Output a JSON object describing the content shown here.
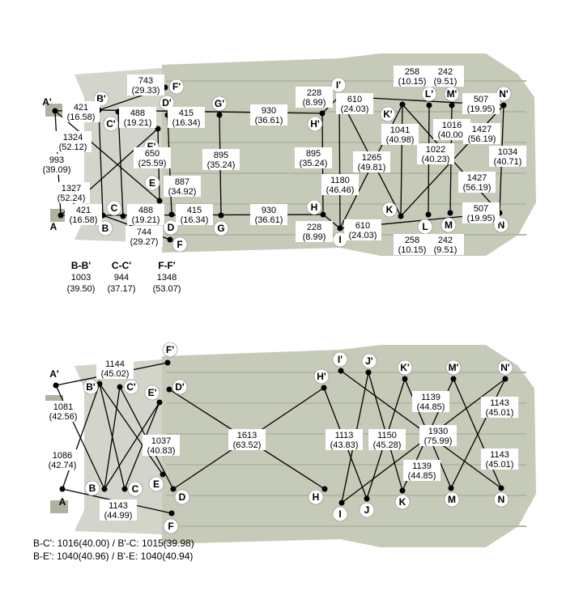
{
  "top_diagram": {
    "points": [
      "A'",
      "A",
      "B'",
      "B",
      "C'",
      "C",
      "D'",
      "D",
      "E'",
      "E",
      "F'",
      "F",
      "G'",
      "G",
      "H'",
      "H",
      "I'",
      "I",
      "K'",
      "K",
      "L'",
      "L",
      "M'",
      "M",
      "N'",
      "N"
    ],
    "dimensions": [
      {
        "mm": "743",
        "in": "(29.33)"
      },
      {
        "mm": "421",
        "in": "(16.58)"
      },
      {
        "mm": "1324",
        "in": "(52.12)"
      },
      {
        "mm": "993",
        "in": "(39.09)"
      },
      {
        "mm": "1327",
        "in": "(52.24)"
      },
      {
        "mm": "421",
        "in": "(16.58)"
      },
      {
        "mm": "488",
        "in": "(19.21)"
      },
      {
        "mm": "650",
        "in": "(25.59)"
      },
      {
        "mm": "887",
        "in": "(34.92)"
      },
      {
        "mm": "488",
        "in": "(19.21)"
      },
      {
        "mm": "415",
        "in": "(16.34)"
      },
      {
        "mm": "415",
        "in": "(16.34)"
      },
      {
        "mm": "895",
        "in": "(35.24)"
      },
      {
        "mm": "930",
        "in": "(36.61)"
      },
      {
        "mm": "930",
        "in": "(36.61)"
      },
      {
        "mm": "744",
        "in": "(29.27)"
      },
      {
        "mm": "895",
        "in": "(35.24)"
      },
      {
        "mm": "228",
        "in": "(8.99)"
      },
      {
        "mm": "228",
        "in": "(8.99)"
      },
      {
        "mm": "610",
        "in": "(24.03)"
      },
      {
        "mm": "610",
        "in": "(24.03)"
      },
      {
        "mm": "1180",
        "in": "(46.46)"
      },
      {
        "mm": "1265",
        "in": "(49.81)"
      },
      {
        "mm": "1041",
        "in": "(40.98)"
      },
      {
        "mm": "1022",
        "in": "(40.23)"
      },
      {
        "mm": "1016",
        "in": "(40.00)"
      },
      {
        "mm": "1427",
        "in": "(56.19)"
      },
      {
        "mm": "1427",
        "in": "(56.19)"
      },
      {
        "mm": "1034",
        "in": "(40.71)"
      },
      {
        "mm": "507",
        "in": "(19.95)"
      },
      {
        "mm": "507",
        "in": "(19.95)"
      },
      {
        "mm": "258",
        "in": "(10.15)"
      },
      {
        "mm": "242",
        "in": "(9.51)"
      },
      {
        "mm": "258",
        "in": "(10.15)"
      },
      {
        "mm": "242",
        "in": "(9.51)"
      }
    ],
    "summary": [
      {
        "label": "B-B'",
        "mm": "1003",
        "in": "(39.50)"
      },
      {
        "label": "C-C'",
        "mm": "944",
        "in": "(37.17)"
      },
      {
        "label": "F-F'",
        "mm": "1348",
        "in": "(53.07)"
      }
    ]
  },
  "bottom_diagram": {
    "points": [
      "A'",
      "A",
      "B'",
      "B",
      "C'",
      "C",
      "D'",
      "D",
      "E'",
      "E",
      "F'",
      "F",
      "H'",
      "H",
      "I'",
      "I",
      "J'",
      "J",
      "K'",
      "K",
      "M'",
      "M",
      "N'",
      "N"
    ],
    "dimensions": [
      {
        "mm": "1144",
        "in": "(45.02)"
      },
      {
        "mm": "1081",
        "in": "(42.56)"
      },
      {
        "mm": "1086",
        "in": "(42.74)"
      },
      {
        "mm": "1143",
        "in": "(44.99)"
      },
      {
        "mm": "1037",
        "in": "(40.83)"
      },
      {
        "mm": "1613",
        "in": "(63.52)"
      },
      {
        "mm": "1113",
        "in": "(43.83)"
      },
      {
        "mm": "1150",
        "in": "(45.28)"
      },
      {
        "mm": "1139",
        "in": "(44.85)"
      },
      {
        "mm": "1930",
        "in": "(75.99)"
      },
      {
        "mm": "1139",
        "in": "(44.85)"
      },
      {
        "mm": "1143",
        "in": "(45.01)"
      },
      {
        "mm": "1143",
        "in": "(45.01)"
      }
    ]
  },
  "footnotes": [
    "B-C': 1016(40.00) / B'-C: 1015(39.98)",
    "B-E': 1040(40.96) / B'-E: 1040(40.94)"
  ],
  "colors": {
    "body": "#c6cab8",
    "body_dark": "#aeb3a0",
    "line": "#000000",
    "label_bg": "#ffffff"
  }
}
